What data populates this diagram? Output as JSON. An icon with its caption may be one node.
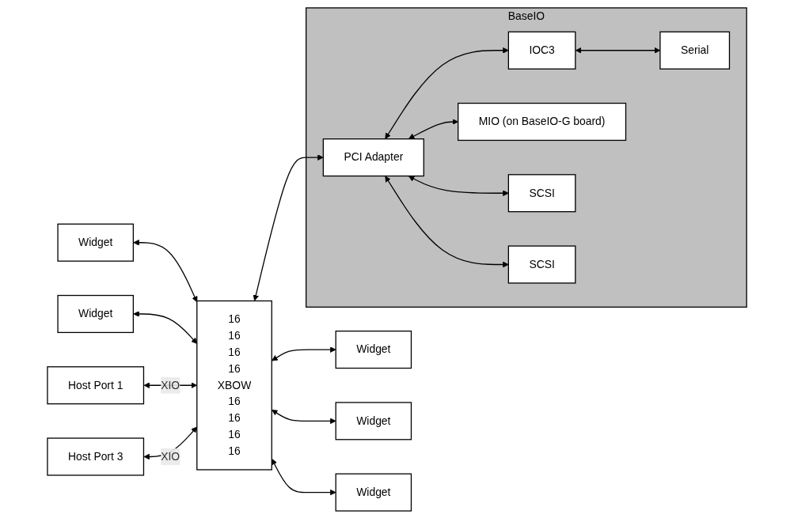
{
  "diagram": {
    "nodes": [
      {
        "text": [
          "Widget"
        ]
      },
      {
        "text": [
          "Widget"
        ]
      },
      {
        "text": [
          "BaseIO"
        ]
      },
      {
        "text": [
          "IOC3"
        ],
        "in": 2
      },
      {
        "text": [
          "Serial"
        ],
        "in": 2
      },
      {
        "text": [
          "Host Port 1"
        ]
      },
      {
        "text": [
          "16",
          "16",
          "16",
          "16",
          "XBOW",
          "16",
          "16",
          "16",
          "16"
        ]
      },
      {
        "text": [
          "PCI Adapter"
        ],
        "in": 2
      },
      {
        "text": [
          "MIO (on BaseIO-G board)"
        ],
        "in": 2
      },
      {
        "text": [
          "SCSI"
        ],
        "in": 2
      },
      {
        "text": [
          "SCSI"
        ],
        "in": 2
      },
      {
        "text": [
          "Host Port 3"
        ]
      },
      {
        "text": [
          "Widget"
        ]
      },
      {
        "text": [
          "Widget"
        ]
      },
      {
        "text": [
          "Widget"
        ]
      }
    ],
    "edges": [
      {
        "from": 0,
        "to": 6,
        "arrow": "both"
      },
      {
        "from": 1,
        "to": 6,
        "arrow": "both"
      },
      {
        "from": 6,
        "to": 7,
        "arrow": "both"
      },
      {
        "from": 3,
        "to": 4,
        "arrow": "both"
      },
      {
        "from": 7,
        "to": 3,
        "arrow": "both"
      },
      {
        "from": 7,
        "to": 8,
        "arrow": "both"
      },
      {
        "from": 7,
        "to": 9,
        "arrow": "both"
      },
      {
        "from": 7,
        "to": 10,
        "arrow": "both"
      },
      {
        "from": 5,
        "to": 6,
        "arrow": "both",
        "label": "XIO"
      },
      {
        "from": 11,
        "to": 6,
        "arrow": "both",
        "label": "XIO"
      },
      {
        "from": 6,
        "to": 14,
        "arrow": "both"
      },
      {
        "from": 6,
        "to": 12,
        "arrow": "both"
      },
      {
        "from": 6,
        "to": 13,
        "arrow": "both"
      }
    ]
  }
}
